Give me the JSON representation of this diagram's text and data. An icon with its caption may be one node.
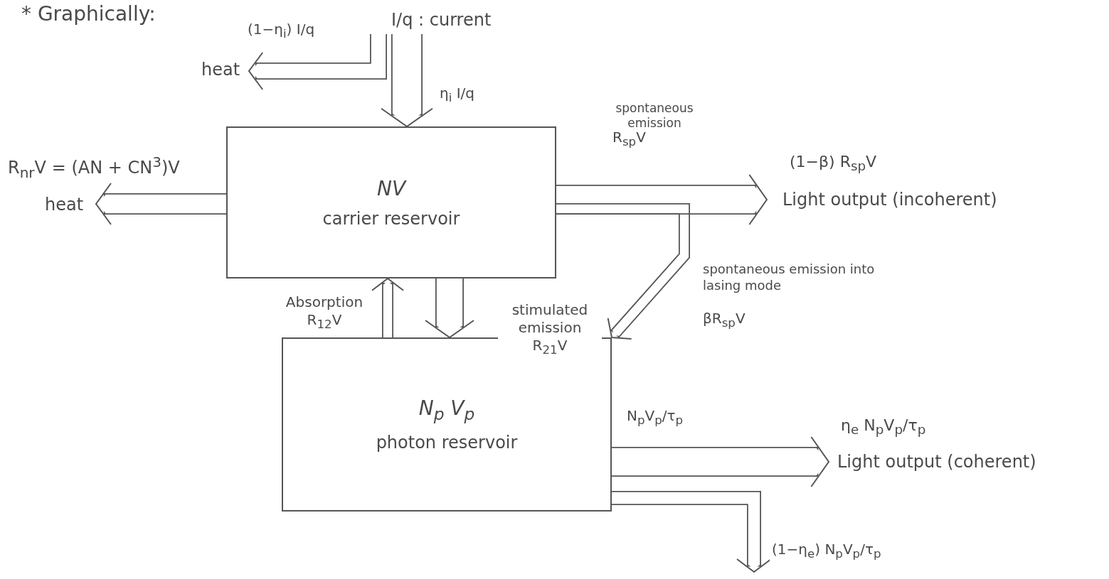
{
  "diagram": {
    "nodes": [
      {
        "text": [
          "NV",
          "carrier reservoir"
        ]
      },
      {
        "text": [
          "N$_{p}$ V$_{p}$",
          "photon reservoir"
        ]
      },
      {
        "text": [
          "I/q : current"
        ]
      },
      {
        "text": [
          "heat"
        ]
      },
      {
        "text": [
          "heat"
        ]
      },
      {
        "text": [
          "Light output (incoherent)"
        ],
        "beside": [
          "(1−β) R$_{sp}$V"
        ]
      },
      {
        "text": [
          "Light output (coherent)"
        ],
        "beside": [
          "η$_{e}$ N$_{p}$V$_{p}$/τ$_{p}$"
        ]
      }
    ],
    "edges": [
      {
        "from": 2,
        "to": 0,
        "arrow": "to",
        "label": "η$_{i}$ I/q"
      },
      {
        "from": 2,
        "to": 3,
        "arrow": "to",
        "label": "(1−η$_{i}$) I/q"
      },
      {
        "from": 0,
        "to": 4,
        "arrow": "to",
        "label": "R$_{nr}$V = (AN + CN$^{3}$)V"
      },
      {
        "from": 0,
        "to": 5,
        "arrow": "to",
        "label": "R$_{sp}$V"
      },
      {
        "from": 0,
        "to": 1,
        "arrow": "to",
        "label": "βR$_{sp}$V"
      },
      {
        "from": 1,
        "to": 0,
        "arrow": "to",
        "label": "Absorption R$_{12}$V"
      },
      {
        "from": 0,
        "to": 1,
        "arrow": "to",
        "label": "stimulated emission R$_{21}$V"
      },
      {
        "from": 1,
        "to": 6,
        "arrow": "to",
        "label": "N$_{p}$V$_{p}$/τ$_{p}$"
      },
      {
        "from": 1,
        "to": null,
        "arrow": "to",
        "label": "(1−η$_{e}$) N$_{p}$V$_{p}$/τ$_{p}$"
      }
    ],
    "labels": [
      "* Graphically:",
      "spontaneous emission",
      "spontaneous emission into lasing mode"
    ]
  }
}
